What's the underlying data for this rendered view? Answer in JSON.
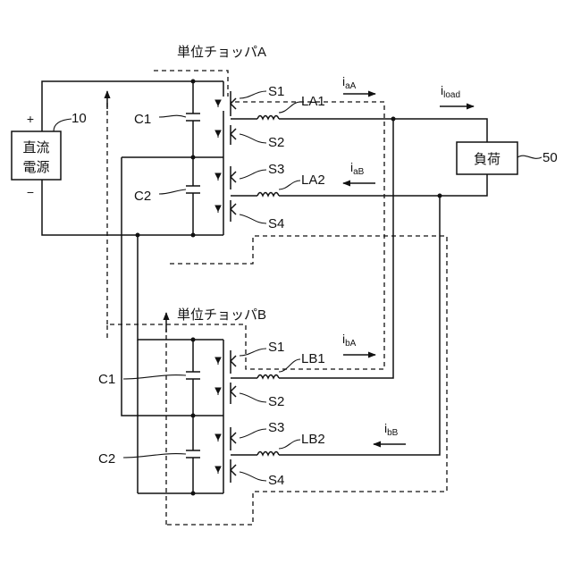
{
  "source": {
    "line1": "直流",
    "line2": "電源",
    "plus": "+",
    "minus": "−",
    "ref": "10"
  },
  "load": {
    "label": "負荷",
    "ref": "50"
  },
  "chopper_a": {
    "title": "単位チョッパA",
    "c1": "C1",
    "c2": "C2",
    "s1": "S1",
    "s2": "S2",
    "s3": "S3",
    "s4": "S4",
    "la1": "LA1",
    "la2": "LA2",
    "i1": "i",
    "i1_sub": "aA",
    "i2": "i",
    "i2_sub": "aB"
  },
  "chopper_b": {
    "title": "単位チョッパB",
    "c1": "C1",
    "c2": "C2",
    "s1": "S1",
    "s2": "S2",
    "s3": "S3",
    "s4": "S4",
    "lb1": "LB1",
    "lb2": "LB2",
    "i1": "i",
    "i1_sub": "bA",
    "i2": "i",
    "i2_sub": "bB"
  },
  "iload": {
    "main": "i",
    "sub": "load"
  }
}
